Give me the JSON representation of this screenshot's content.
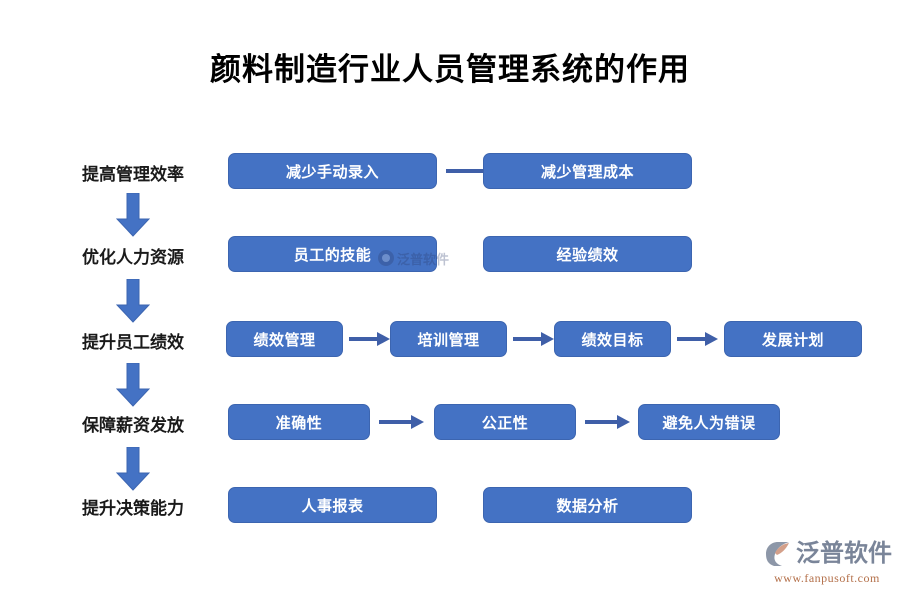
{
  "page": {
    "title": "颜料制造行业人员管理系统的作用",
    "background_color": "#ffffff",
    "box_fill_color": "#4472c4",
    "arrow_color": "#3f5fa8",
    "box_text_color": "#ffffff",
    "label_text_color": "#1a1a1a"
  },
  "flow": {
    "rows": [
      {
        "stage_label": "提高管理效率",
        "boxes": [
          {
            "label": "减少手动录入"
          },
          {
            "label": "减少管理成本"
          }
        ],
        "connectors": [
          "right-arrow"
        ]
      },
      {
        "stage_label": "优化人力资源",
        "boxes": [
          {
            "label": "员工的技能"
          },
          {
            "label": "经验绩效"
          }
        ],
        "connectors": []
      },
      {
        "stage_label": "提升员工绩效",
        "boxes": [
          {
            "label": "绩效管理"
          },
          {
            "label": "培训管理"
          },
          {
            "label": "绩效目标"
          },
          {
            "label": "发展计划"
          }
        ],
        "connectors": [
          "right-arrow",
          "right-arrow",
          "right-arrow"
        ]
      },
      {
        "stage_label": "保障薪资发放",
        "boxes": [
          {
            "label": "准确性"
          },
          {
            "label": "公正性"
          },
          {
            "label": "避免人为错误"
          }
        ],
        "connectors": [
          "right-arrow",
          "right-arrow"
        ]
      },
      {
        "stage_label": "提升决策能力",
        "boxes": [
          {
            "label": "人事报表"
          },
          {
            "label": "数据分析"
          }
        ],
        "connectors": []
      }
    ],
    "stage_connectors": [
      "down-arrow",
      "down-arrow",
      "down-arrow",
      "down-arrow"
    ]
  },
  "watermark": {
    "text": "泛普软件"
  },
  "brand": {
    "name": "泛普软件",
    "url": "www.fanpusoft.com"
  }
}
